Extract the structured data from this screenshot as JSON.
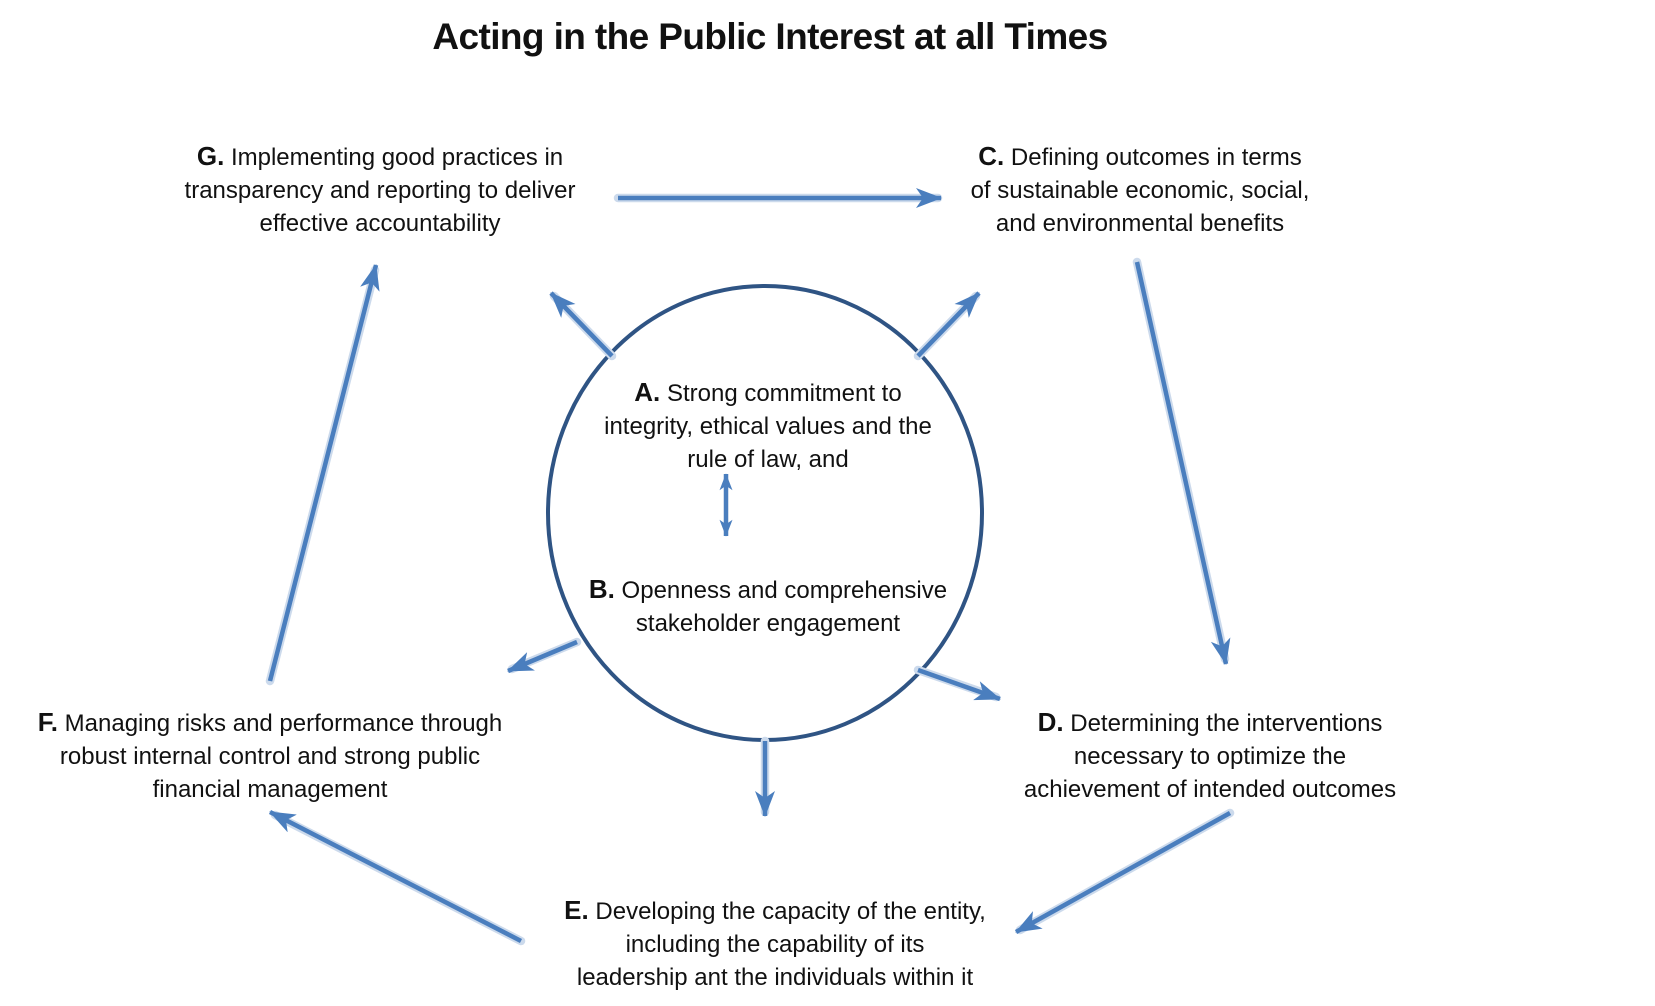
{
  "title": "Acting in the Public Interest at all Times",
  "colors": {
    "arrow": "#4A7EBE",
    "arrow_halo": "#CCDAEC",
    "circle_stroke": "#2F5484",
    "text": "#111111",
    "background": "#FFFFFF"
  },
  "circle": {
    "a": {
      "letter": "A.",
      "line1": " Strong commitment to",
      "line2": "integrity, ethical values and the",
      "line3": "rule of law, and"
    },
    "b": {
      "letter": "B.",
      "line1": " Openness and comprehensive",
      "line2": "stakeholder engagement"
    }
  },
  "nodes": {
    "g": {
      "letter": "G.",
      "line1": " Implementing good practices in",
      "line2": "transparency and reporting to deliver",
      "line3": "effective accountability"
    },
    "c": {
      "letter": "C.",
      "line1": " Defining outcomes in terms",
      "line2": "of sustainable economic, social,",
      "line3": "and environmental benefits"
    },
    "d": {
      "letter": "D.",
      "line1": " Determining the interventions",
      "line2": "necessary to optimize the",
      "line3": "achievement of intended outcomes"
    },
    "e": {
      "letter": "E.",
      "line1": " Developing the capacity of the entity,",
      "line2": "including the capability of its",
      "line3": "leadership ant the individuals within it"
    },
    "f": {
      "letter": "F.",
      "line1": " Managing risks and performance through",
      "line2": "robust internal control and strong public",
      "line3": "financial management"
    }
  },
  "connections": [
    {
      "from": "G",
      "to": "C",
      "bidirectional": false
    },
    {
      "from": "C",
      "to": "D",
      "bidirectional": false
    },
    {
      "from": "D",
      "to": "E",
      "bidirectional": false
    },
    {
      "from": "E",
      "to": "F",
      "bidirectional": false
    },
    {
      "from": "F",
      "to": "G",
      "bidirectional": false
    },
    {
      "from": "circle",
      "to": "G",
      "bidirectional": false
    },
    {
      "from": "circle",
      "to": "C",
      "bidirectional": false
    },
    {
      "from": "circle",
      "to": "D",
      "bidirectional": false
    },
    {
      "from": "circle",
      "to": "E",
      "bidirectional": false
    },
    {
      "from": "circle",
      "to": "F",
      "bidirectional": false
    },
    {
      "from": "A",
      "to": "B",
      "bidirectional": true
    }
  ]
}
